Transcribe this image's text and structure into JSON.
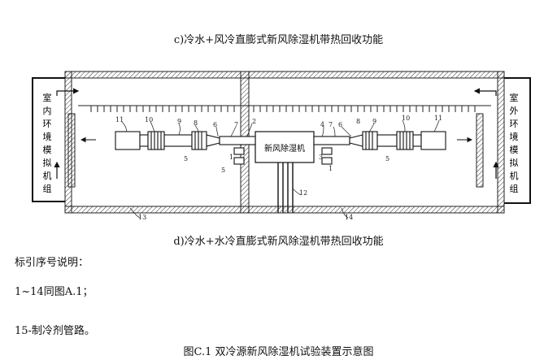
{
  "captions": {
    "top": "c)冷水+风冷直膨式新风除湿机带热回收功能",
    "middle": "d)冷水+水冷直膨式新风除湿机带热回收功能",
    "figure": "图C.1  双冷源新风除湿机试验装置示意图"
  },
  "notes": {
    "title": "标引序号说明：",
    "item1": "1~14同图A.1；",
    "item2": "15-制冷剂管路。"
  },
  "diagram": {
    "left_side_label": [
      "室",
      "内",
      "环",
      "境",
      "模",
      "拟",
      "机",
      "组"
    ],
    "right_side_label": [
      "室",
      "外",
      "环",
      "境",
      "模",
      "拟",
      "机",
      "组"
    ],
    "center_unit_label": "新风除湿机",
    "part_numbers": {
      "n1": "1",
      "n2": "2",
      "n3": "3",
      "n4": "4",
      "n5": "5",
      "n6": "6",
      "n7": "7",
      "n8": "8",
      "n9": "9",
      "n10": "10",
      "n11": "11",
      "n12": "12",
      "n13": "13",
      "n14": "14"
    }
  }
}
